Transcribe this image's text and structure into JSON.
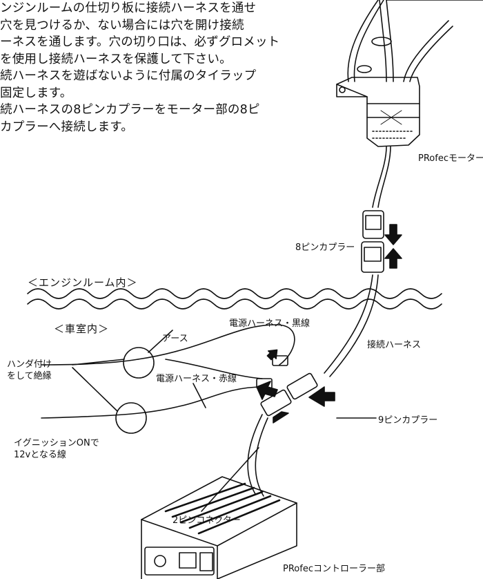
{
  "instructions": [
    "ンジンルームの仕切り板に接続ハーネスを通せ",
    "穴を見つけるか、ない場合には穴を開け接続",
    "ーネスを通します。穴の切り口は、必ずグロメット",
    "を使用し接続ハーネスを保護して下さい。",
    "続ハーネスを遊ばないように付属のタイラップ",
    "固定します。",
    "続ハーネスの8ピンカプラーをモーター部の8ピ",
    "カプラーへ接続します。"
  ],
  "labels": {
    "motor_unit": "PRofecモーター部",
    "coupler_8pin": "8ピンカプラー",
    "engine_room": "＜エンジンルーム内＞",
    "cabin": "＜車室内＞",
    "power_black": "電源ハーネス・黒線",
    "ground": "アース",
    "solder_insulate_1": "ハンダ付け",
    "solder_insulate_2": "をして絶縁",
    "power_red": "電源ハーネス・赤線",
    "connection_harness": "接続ハーネス",
    "ignition_1": "イグニッションONで",
    "ignition_2": "12vとなる線",
    "coupler_9pin": "9ピンカプラー",
    "connector_2pin": "2ピンコネクター",
    "controller_unit": "PRofecコントローラー部"
  }
}
